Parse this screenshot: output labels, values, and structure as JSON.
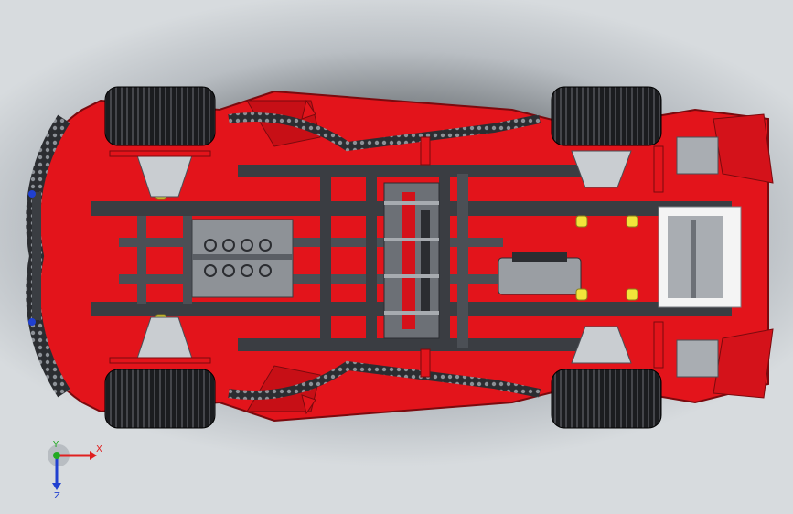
{
  "window": {
    "title": ""
  },
  "viewport": {
    "background_top": "#d7dbde",
    "background_shadow": "#2e3136"
  },
  "model": {
    "colors": {
      "body_red": "#e3141b",
      "dark_red": "#a50d12",
      "frame_dark": "#3a3d42",
      "frame_mid": "#5a5e64",
      "light_gray": "#c9cdd1",
      "tire": "#1b1c1f",
      "tire_tread": "#3a3b40",
      "yellow": "#f2e43a",
      "white": "#f4f4f4"
    }
  },
  "triad": {
    "x_label": "X",
    "y_label": "Y",
    "z_label": "Z",
    "x_color": "#e02020",
    "y_color": "#22aa22",
    "z_color": "#2040d0"
  }
}
